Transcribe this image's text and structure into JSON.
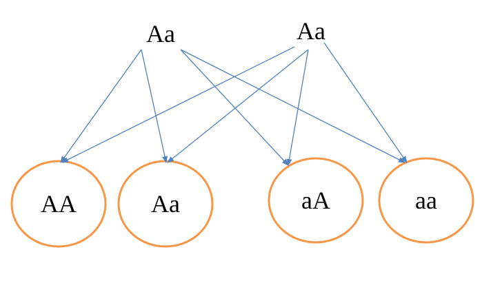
{
  "parents": [
    {
      "id": "parent-left",
      "label": "Aa"
    },
    {
      "id": "parent-right",
      "label": "Aa"
    }
  ],
  "offspring": [
    {
      "id": "child-1",
      "label": "AA"
    },
    {
      "id": "child-2",
      "label": "Aa"
    },
    {
      "id": "child-3",
      "label": "aA"
    },
    {
      "id": "child-4",
      "label": "aa"
    }
  ],
  "colors": {
    "arrow": "#4f81bd",
    "circle": "#f79646",
    "text": "#000000"
  }
}
